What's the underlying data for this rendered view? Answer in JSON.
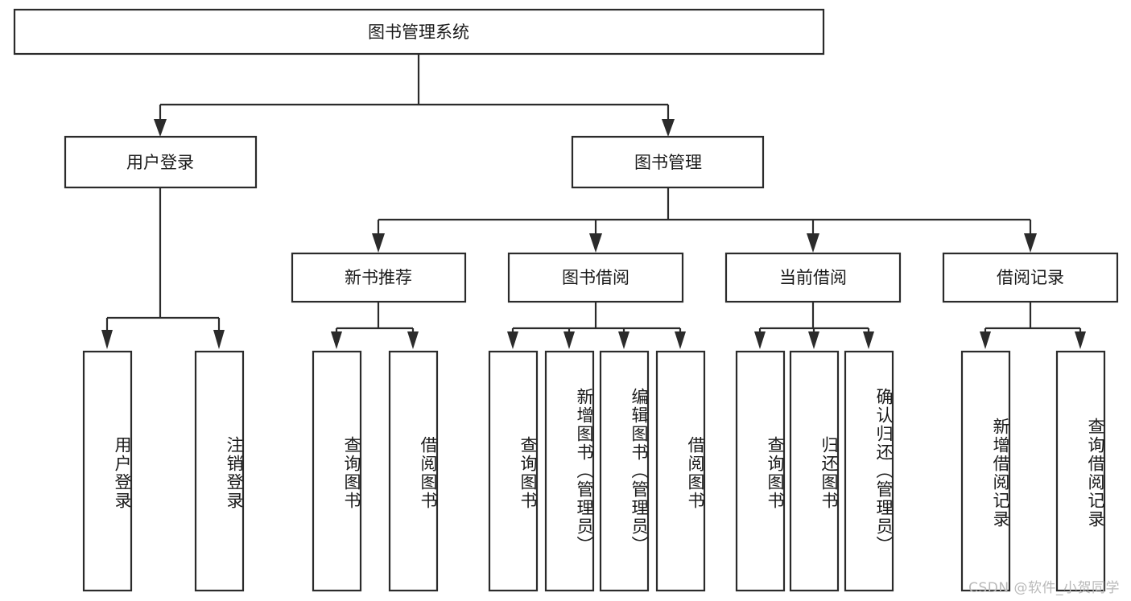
{
  "diagram": {
    "type": "tree-hierarchy-chart",
    "title": "图书管理系统",
    "orientation": "top-down",
    "colors": {
      "box_stroke": "#2b2b2b",
      "box_fill": "#ffffff",
      "connector": "#2b2b2b",
      "text": "#1a1a1a",
      "watermark": "#b9b9b9",
      "background": "#ffffff"
    },
    "root": {
      "label": "图书管理系统"
    },
    "level2": [
      {
        "label": "用户登录"
      },
      {
        "label": "图书管理"
      }
    ],
    "level3": [
      {
        "label": "新书推荐"
      },
      {
        "label": "图书借阅"
      },
      {
        "label": "当前借阅"
      },
      {
        "label": "借阅记录"
      }
    ],
    "leaves": {
      "user_login": [
        {
          "label": "用户登录"
        },
        {
          "label": "注销登录"
        }
      ],
      "new_book_recommend": [
        {
          "label": "查询图书"
        },
        {
          "label": "借阅图书"
        }
      ],
      "book_borrow": [
        {
          "label": "查询图书"
        },
        {
          "label": "新增图书（管理员）"
        },
        {
          "label": "编辑图书（管理员）"
        },
        {
          "label": "借阅图书"
        }
      ],
      "current_borrow": [
        {
          "label": "查询图书"
        },
        {
          "label": "归还图书"
        },
        {
          "label": "确认归还（管理员）"
        }
      ],
      "borrow_record": [
        {
          "label": "新增借阅记录"
        },
        {
          "label": "查询借阅记录"
        }
      ]
    }
  },
  "watermark": {
    "text": "CSDN @软件_小贺同学"
  }
}
